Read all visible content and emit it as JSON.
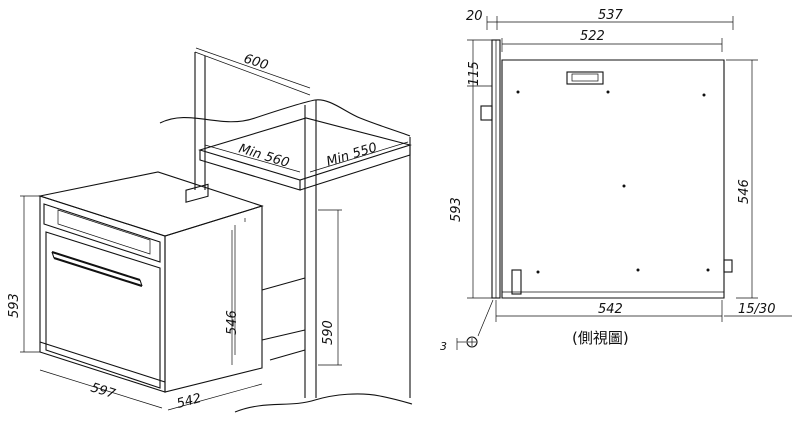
{
  "left_view": {
    "dims": {
      "cabinet_width": "600",
      "min_560": "Min 560",
      "min_550": "Min 550",
      "oven_height": "593",
      "oven_width": "597",
      "oven_depth": "542",
      "body_height": "546",
      "cavity_height": "590"
    }
  },
  "side_view": {
    "dims": {
      "front_panel": "20",
      "total_depth": "537",
      "inner_depth": "522",
      "top_offset": "115",
      "height": "593",
      "body_height": "546",
      "bottom_depth": "542",
      "gap": "15/30",
      "screw": "3"
    },
    "caption": "(側視圖)"
  }
}
